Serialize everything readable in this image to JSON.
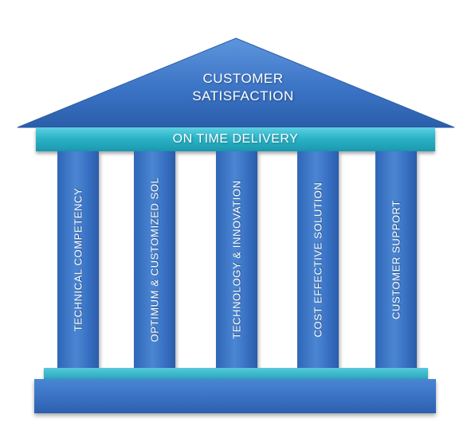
{
  "roof": {
    "line1": "CUSTOMER",
    "line2": "SATISFACTION"
  },
  "beam": {
    "label": "ON TIME DELIVERY"
  },
  "pillars": [
    {
      "label": "TECHNICAL COMPETENCY"
    },
    {
      "label": "OPTIMUM & CUSTOMIZED SOL"
    },
    {
      "label": "TECHNOLOGY & INNOVATION"
    },
    {
      "label": "COST EFFECTIVE SOLUTION"
    },
    {
      "label": "CUSTOMER SUPPORT"
    }
  ],
  "colors": {
    "roof": "#3a72c4",
    "beam": "#2cb3c8",
    "pillar": "#3b74c6",
    "base": "#3b73c4"
  }
}
